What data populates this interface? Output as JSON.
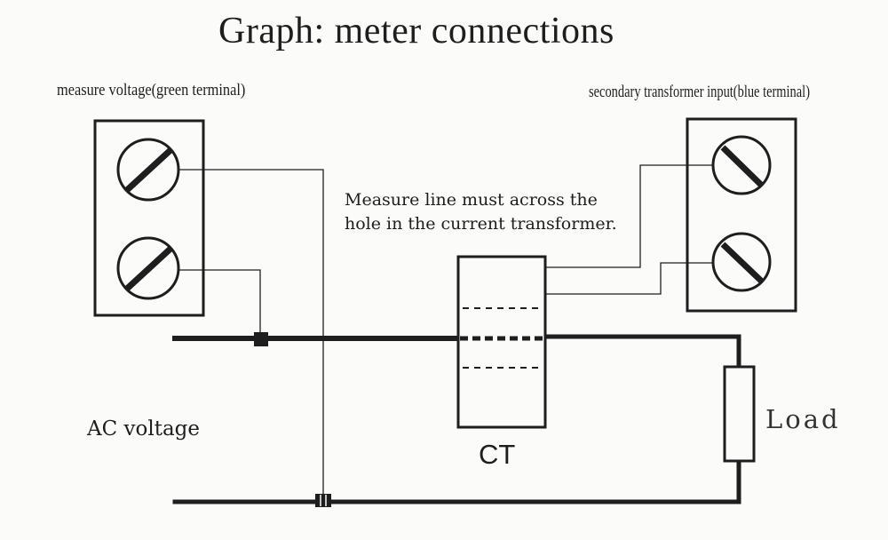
{
  "title": "Graph: meter connections",
  "left_terminal_label": "measure voltage(green terminal)",
  "right_terminal_label": "secondary transformer input(blue terminal)",
  "note_lines": [
    "Measure line must across the",
    "hole in the current transformer."
  ],
  "ac_label": "AC voltage",
  "ct_label": "CT",
  "load_label": "Load",
  "colors": {
    "ink": "#1e1e1e",
    "paper": "#fbfbfa"
  }
}
